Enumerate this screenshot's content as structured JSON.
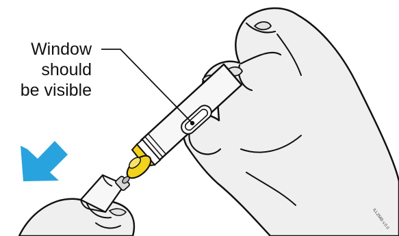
{
  "illustration": {
    "callout_lines": [
      "Window",
      "should",
      "be visible"
    ],
    "figure_code": "ILL2565 v.0.0",
    "colors": {
      "arrow": "#29a3dd",
      "cap": "#f2d21b",
      "skin": "#efefef",
      "pen_body": "#f7f7f7",
      "outline": "#111111"
    },
    "icons": [
      "hand-icon",
      "pen-icon",
      "cap-icon",
      "arrow-icon"
    ]
  }
}
